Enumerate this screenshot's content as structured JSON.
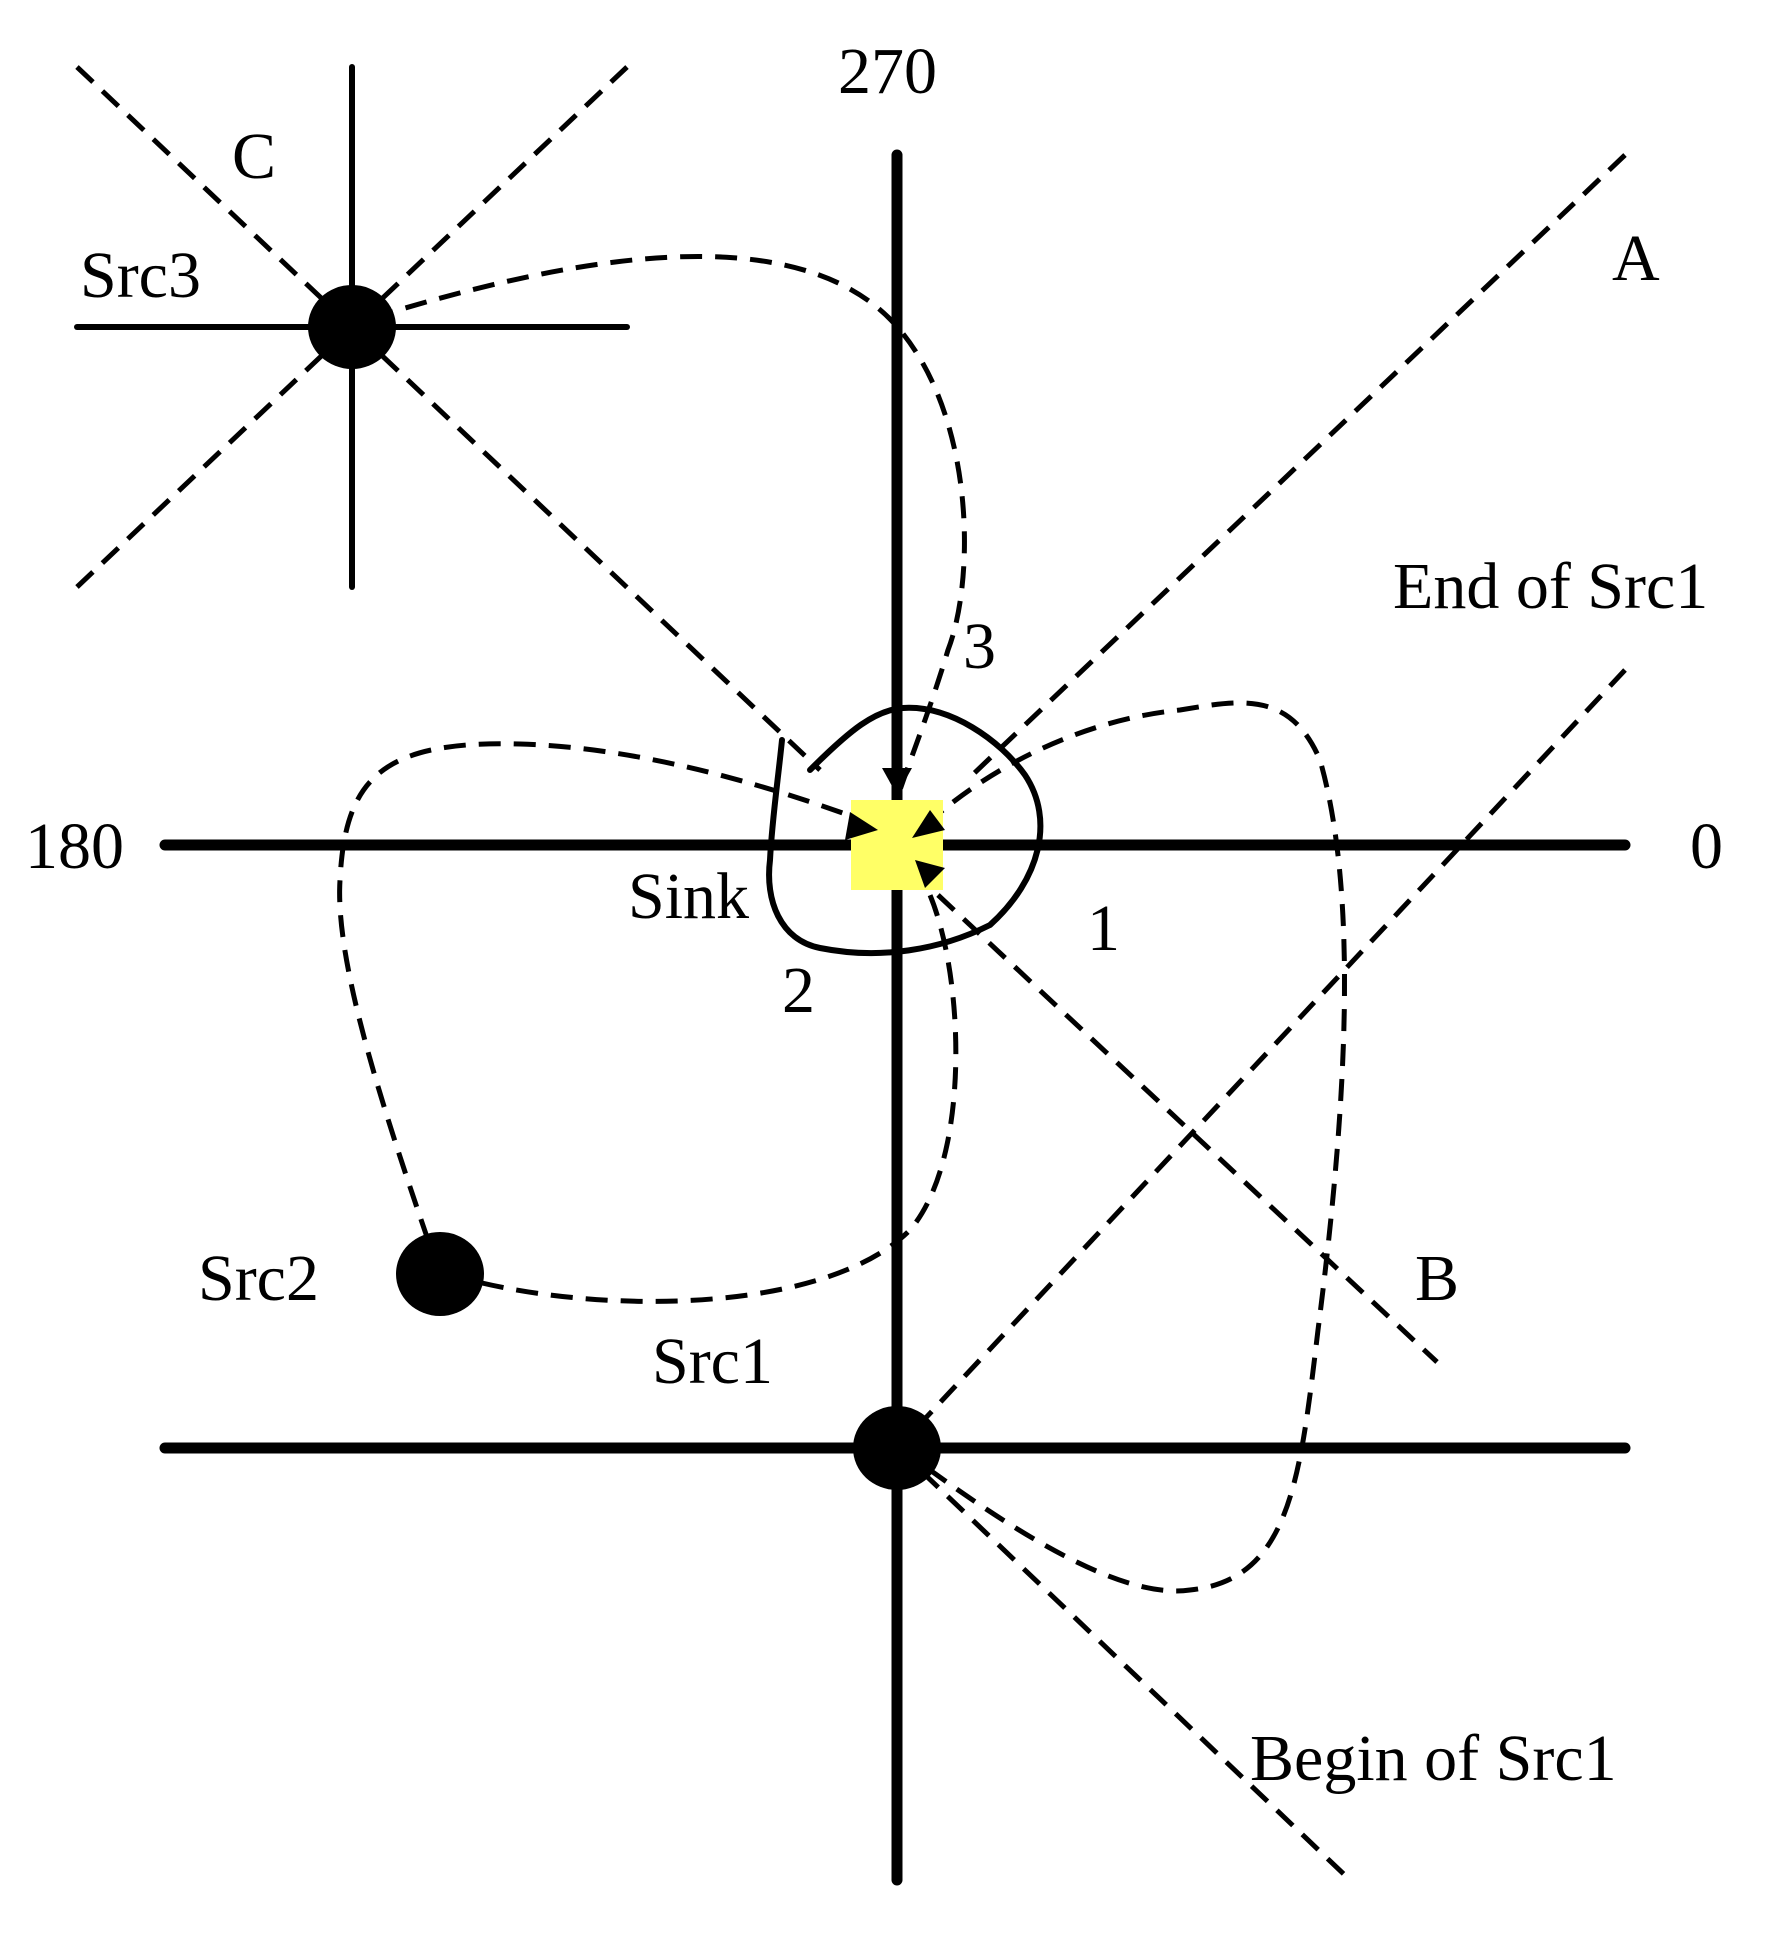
{
  "labels": {
    "deg_270": "270",
    "deg_180": "180",
    "deg_0": "0",
    "a": "A",
    "b": "B",
    "c": "C",
    "src1": "Src1",
    "src2": "Src2",
    "src3": "Src3",
    "sink": "Sink",
    "end_of_src1": "End of Src1",
    "begin_of_src1": "Begin of Src1",
    "path_1": "1",
    "path_2": "2",
    "path_3": "3"
  },
  "colors": {
    "sink": "#ffff66",
    "stroke": "#000000",
    "background": "#ffffff"
  }
}
